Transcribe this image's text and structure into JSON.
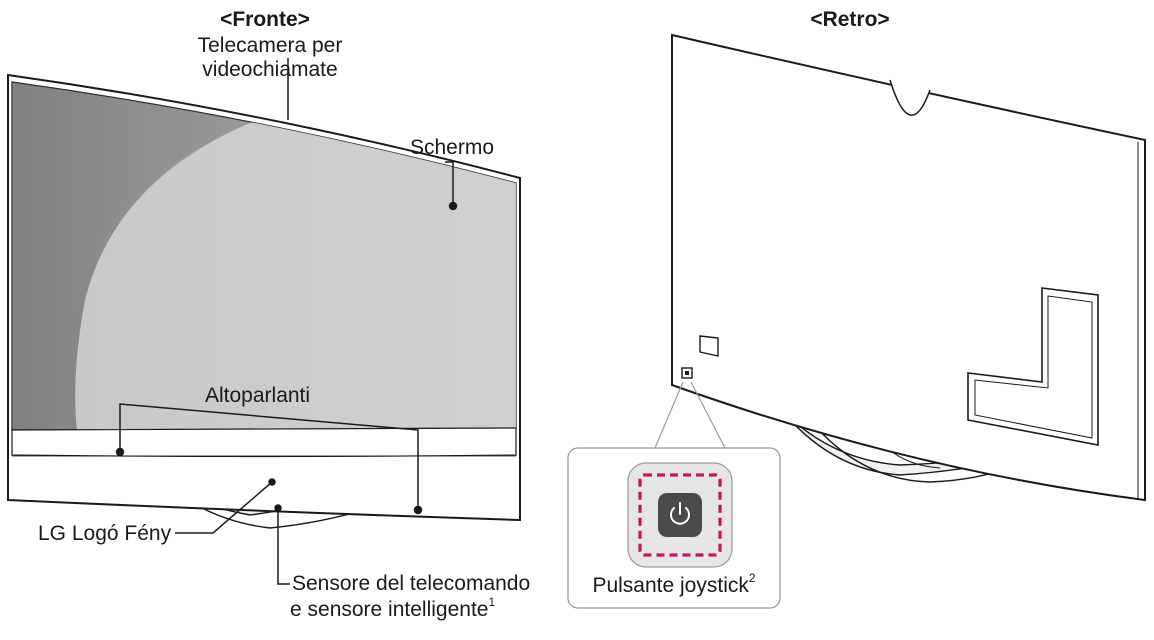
{
  "front": {
    "heading": "<Fronte>",
    "camera_label": [
      "Telecamera per",
      "videochiamate"
    ],
    "screen_label": "Schermo",
    "speakers_label": "Altoparlanti",
    "logo_light_label": "LG Logó Fény",
    "sensor_label_line1": "Sensore del telecomando",
    "sensor_label_line2": "e sensore intelligente",
    "sensor_footnote": "1"
  },
  "back": {
    "heading": "<Retro>",
    "joystick_label": "Pulsante joystick",
    "joystick_footnote": "2",
    "power_icon": "power-icon"
  },
  "colors": {
    "line": "#1a1a1a",
    "screen_dark": "#8c8c8c",
    "screen_light": "#d8d8d8",
    "callout_bg": "#e6e6e6",
    "dash": "#c2185b"
  }
}
